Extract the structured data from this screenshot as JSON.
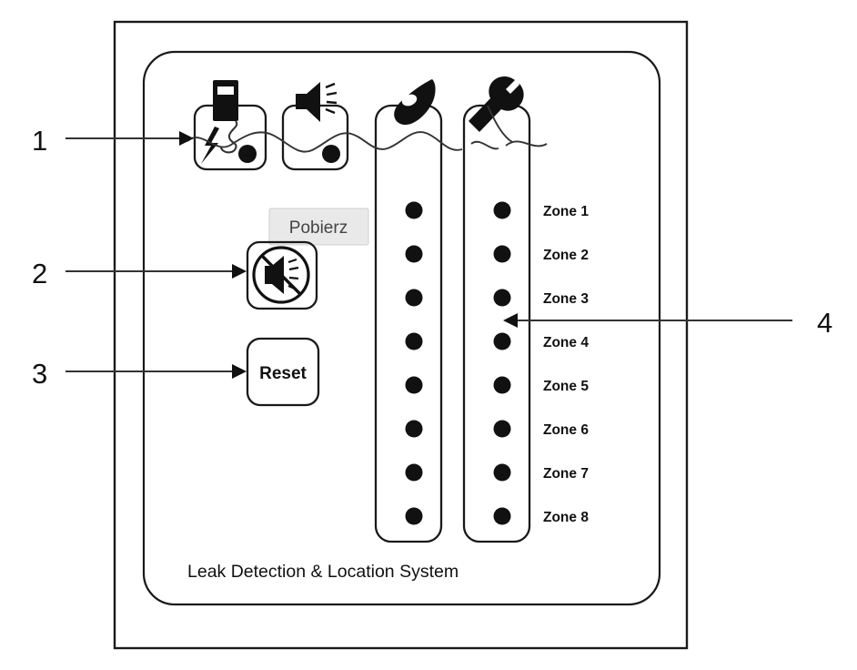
{
  "figure": {
    "caption": "Leak Detection & Location System",
    "panel_title": "Leak Detection & Location System"
  },
  "tooltip": {
    "label": "Pobierz",
    "bg_color": "#e9e9e9",
    "text_color": "#444444",
    "border_color": "#cfcfcf"
  },
  "callouts": [
    {
      "id": "1",
      "label": "1",
      "target": "power-fault-indicator-box",
      "direction": "right"
    },
    {
      "id": "2",
      "label": "2",
      "target": "mute-button",
      "direction": "right"
    },
    {
      "id": "3",
      "label": "3",
      "target": "reset-button",
      "direction": "right"
    },
    {
      "id": "4",
      "label": "4",
      "target": "zone-led-columns",
      "direction": "left"
    }
  ],
  "status_boxes": [
    {
      "name": "power-fault",
      "icon": "battery-lightning-icon",
      "has_led": true
    },
    {
      "name": "audible-alarm",
      "icon": "speaker-icon",
      "has_led": true
    },
    {
      "name": "leak-alarm",
      "icon": "water-droplet-icon",
      "has_led": false
    },
    {
      "name": "service-fault",
      "icon": "wrench-icon",
      "has_led": false
    }
  ],
  "buttons": {
    "mute": {
      "label": "",
      "icon": "speaker-mute-icon"
    },
    "reset": {
      "label": "Reset"
    }
  },
  "zones": {
    "column_left_name": "leak-led-column",
    "column_right_name": "fault-led-column",
    "items": [
      {
        "label": "Zone 1"
      },
      {
        "label": "Zone 2"
      },
      {
        "label": "Zone 3"
      },
      {
        "label": "Zone 4"
      },
      {
        "label": "Zone 5"
      },
      {
        "label": "Zone 6"
      },
      {
        "label": "Zone 7"
      },
      {
        "label": "Zone 8"
      }
    ]
  },
  "colors": {
    "ink": "#111111",
    "line": "#333333",
    "background": "#ffffff"
  }
}
